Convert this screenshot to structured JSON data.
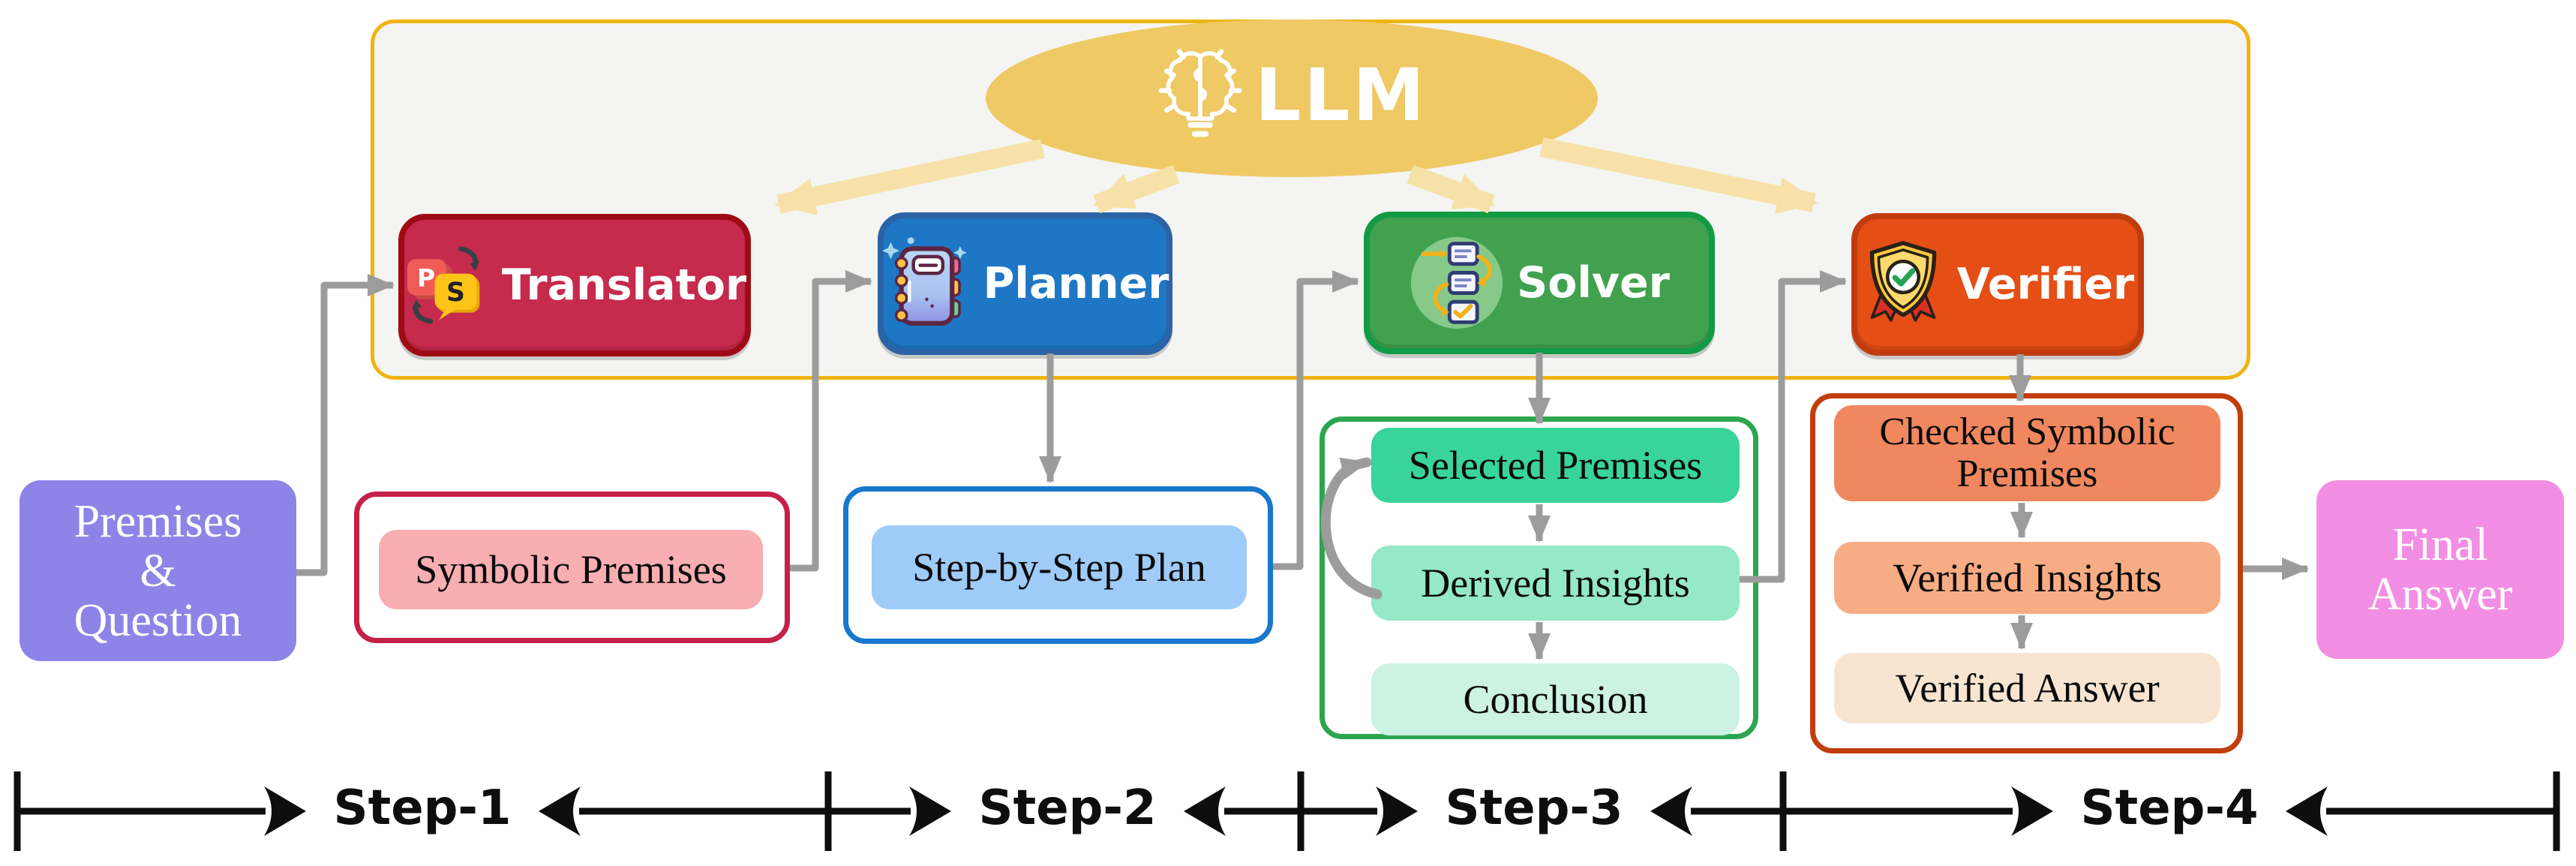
{
  "llm": {
    "label": "LLM",
    "icon": "brain-lightbulb-icon",
    "ellipse_fill": "#EFC964"
  },
  "panel": {
    "fill": "#F4F4F2",
    "border": "#EFB411"
  },
  "modules": [
    {
      "id": "translator",
      "label": "Translator",
      "icon": "translate-icon",
      "fill": "#C62A4D",
      "border": "#9F0B15"
    },
    {
      "id": "planner",
      "label": "Planner",
      "icon": "notebook-icon",
      "fill": "#1E77C5",
      "border": "#2B63A6"
    },
    {
      "id": "solver",
      "label": "Solver",
      "icon": "flow-checklist-icon",
      "fill": "#41A14E",
      "border": "#129B45"
    },
    {
      "id": "verifier",
      "label": "Verifier",
      "icon": "shield-check-icon",
      "fill": "#E54E15",
      "border": "#C13C0C"
    }
  ],
  "inputs": {
    "premises_question": {
      "lines": [
        "Premises",
        "&",
        "Question"
      ],
      "fill": "#8C84E6"
    }
  },
  "outputs": {
    "final_answer": {
      "lines": [
        "Final",
        "Answer"
      ],
      "fill": "#F28EE3"
    }
  },
  "artifacts": {
    "symbolic_premises": {
      "label": "Symbolic Premises",
      "fill": "#F9AEB1",
      "frame_border": "#C52049"
    },
    "step_plan": {
      "label": "Step-by-Step Plan",
      "fill": "#9FCBF8",
      "frame_border": "#1877CE"
    },
    "solver_stack": {
      "frame_border": "#2CA64E",
      "items": [
        {
          "label": "Selected Premises",
          "fill": "#38D49B"
        },
        {
          "label": "Derived Insights",
          "fill": "#95E8C8"
        },
        {
          "label": "Conclusion",
          "fill": "#CBF2E2"
        }
      ]
    },
    "verifier_stack": {
      "frame_border": "#C23D0E",
      "items": [
        {
          "label": "Checked Symbolic Premises",
          "fill": "#F0875F"
        },
        {
          "label": "Verified Insights",
          "fill": "#F8AC83"
        },
        {
          "label": "Verified Answer",
          "fill": "#F8E5D1"
        }
      ]
    }
  },
  "steps": [
    {
      "label": "Step-1"
    },
    {
      "label": "Step-2"
    },
    {
      "label": "Step-3"
    },
    {
      "label": "Step-4"
    }
  ],
  "colors": {
    "connector_gray": "#9C9C9C",
    "llm_arrow_yellow": "#F6E2A8",
    "axis_black": "#0E0E0E",
    "background": "#FFFFFF"
  }
}
